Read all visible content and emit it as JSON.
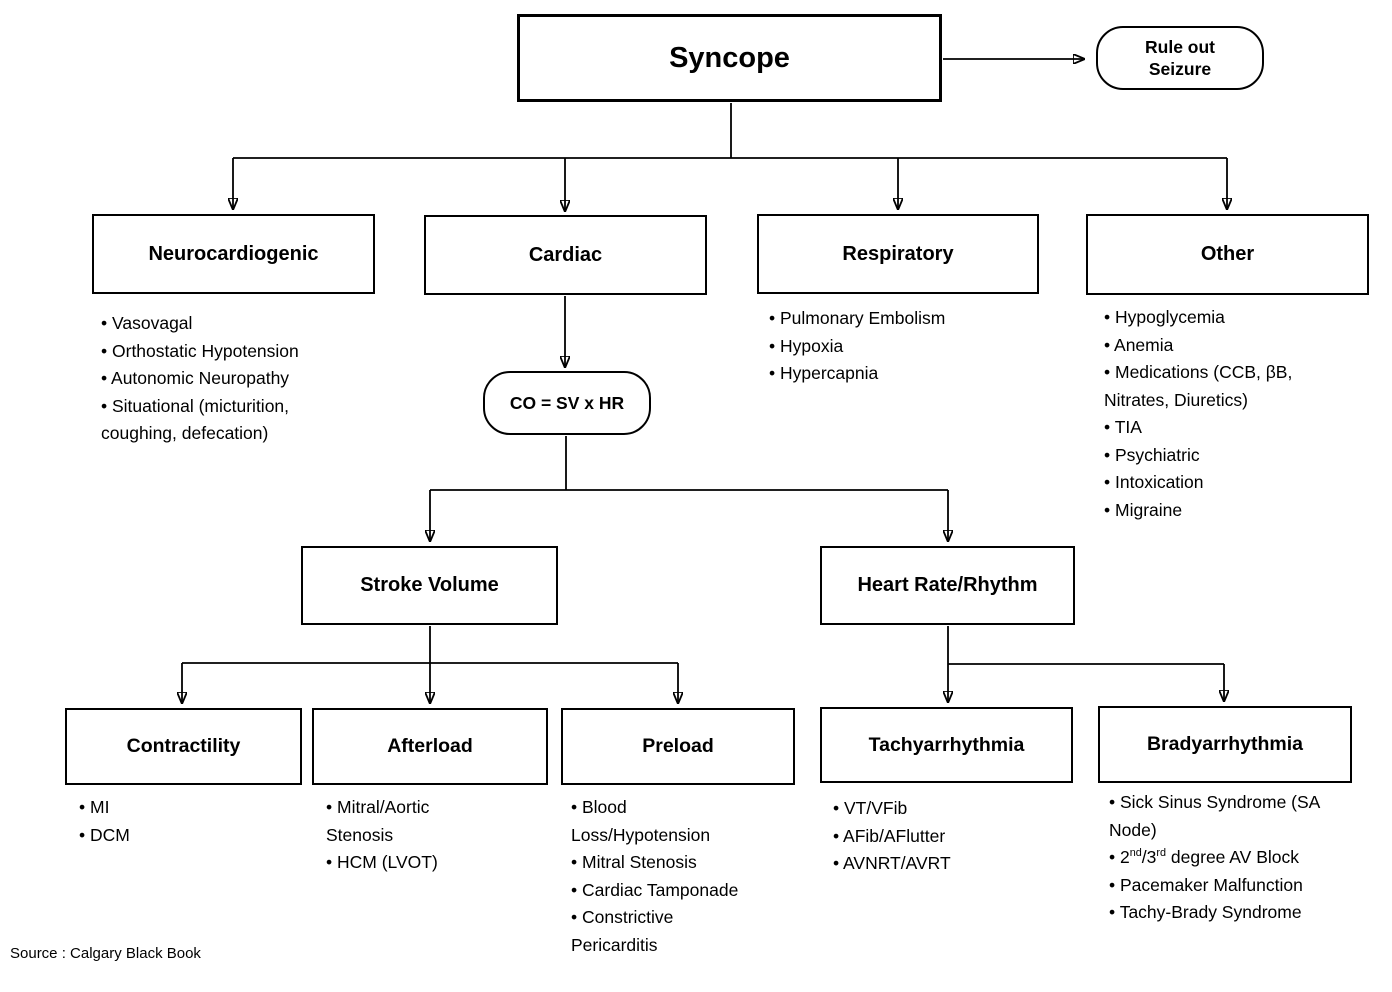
{
  "colors": {
    "line": "#000000",
    "border": "#000000",
    "background": "#ffffff",
    "text": "#000000"
  },
  "syncope": {
    "title": "Syncope"
  },
  "rule_out": {
    "lines": [
      "Rule out",
      "Seizure"
    ]
  },
  "neuro": {
    "title": "Neurocardiogenic",
    "items": [
      {
        "lines": [
          "Vasovagal"
        ]
      },
      {
        "lines": [
          "Orthostatic Hypotension"
        ]
      },
      {
        "lines": [
          "Autonomic Neuropathy"
        ]
      },
      {
        "lines": [
          "Situational (micturition,",
          "coughing, defecation)"
        ]
      }
    ]
  },
  "cardiac": {
    "title": "Cardiac",
    "formula": "CO = SV x HR"
  },
  "resp": {
    "title": "Respiratory",
    "items": [
      {
        "lines": [
          "Pulmonary Embolism"
        ]
      },
      {
        "lines": [
          "Hypoxia"
        ]
      },
      {
        "lines": [
          "Hypercapnia"
        ]
      }
    ]
  },
  "other": {
    "title": "Other",
    "items": [
      {
        "lines": [
          "Hypoglycemia"
        ]
      },
      {
        "lines": [
          "Anemia"
        ]
      },
      {
        "lines": [
          "Medications (CCB, βB,",
          "Nitrates, Diuretics)"
        ]
      },
      {
        "lines": [
          "TIA"
        ]
      },
      {
        "lines": [
          "Psychiatric"
        ]
      },
      {
        "lines": [
          "Intoxication"
        ]
      },
      {
        "lines": [
          "Migraine"
        ]
      }
    ]
  },
  "stroke": {
    "title": "Stroke Volume"
  },
  "hr": {
    "title": "Heart Rate/Rhythm"
  },
  "contractility": {
    "title": "Contractility",
    "items": [
      {
        "lines": [
          "MI"
        ]
      },
      {
        "lines": [
          "DCM"
        ]
      }
    ]
  },
  "afterload": {
    "title": "Afterload",
    "items": [
      {
        "lines": [
          "Mitral/Aortic",
          "Stenosis"
        ]
      },
      {
        "lines": [
          "HCM (LVOT)"
        ]
      }
    ]
  },
  "preload": {
    "title": "Preload",
    "items": [
      {
        "lines": [
          "Blood",
          "Loss/Hypotension"
        ]
      },
      {
        "lines": [
          "Mitral Stenosis"
        ]
      },
      {
        "lines": [
          "Cardiac Tamponade"
        ]
      },
      {
        "lines": [
          "Constrictive",
          "Pericarditis"
        ]
      }
    ]
  },
  "tachy": {
    "title": "Tachyarrhythmia",
    "items": [
      {
        "lines": [
          "VT/VFib"
        ]
      },
      {
        "lines": [
          "AFib/AFlutter"
        ]
      },
      {
        "lines": [
          "AVNRT/AVRT"
        ]
      }
    ]
  },
  "brady": {
    "title": "Bradyarrhythmia",
    "items": [
      {
        "lines": [
          "Sick Sinus Syndrome (SA",
          "Node)"
        ]
      },
      {
        "parts": [
          "2",
          "nd",
          "/3",
          "rd",
          " degree AV Block"
        ]
      },
      {
        "lines": [
          "Pacemaker Malfunction"
        ]
      },
      {
        "lines": [
          "Tachy-Brady Syndrome"
        ]
      }
    ]
  },
  "source": "Source : Calgary Black Book"
}
